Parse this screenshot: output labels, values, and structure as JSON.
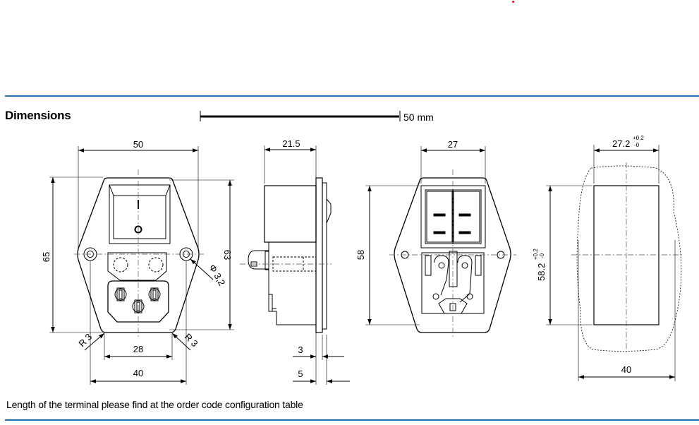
{
  "header": {
    "title": "Dimensions"
  },
  "scale_bar": {
    "label": "50 mm"
  },
  "footnote": "Length of the terminal please find at the order code configuration table",
  "colors": {
    "rule": "#1f6fb5",
    "ink": "#000000",
    "dash": "#555555",
    "marker": "#d0021b"
  },
  "views": {
    "front": {
      "width": "50",
      "height": "65",
      "height_inner": "63",
      "hole": "Φ 3,2",
      "radius_left": "R 3",
      "radius_right": "R 3",
      "inner_width": "28",
      "outer_width": "40",
      "switch_on": "I",
      "switch_off": "O"
    },
    "side": {
      "depth": "21.5",
      "dim_a": "3",
      "dim_b": "5"
    },
    "rear": {
      "width": "27",
      "height": "58"
    },
    "cutout": {
      "width_base": "27.2",
      "width_tol_plus": "+0.2",
      "width_tol_minus": "-0",
      "height_base": "58.2",
      "height_tol_plus": "+0.2",
      "height_tol_minus": "-0",
      "bottom_width": "40"
    }
  }
}
